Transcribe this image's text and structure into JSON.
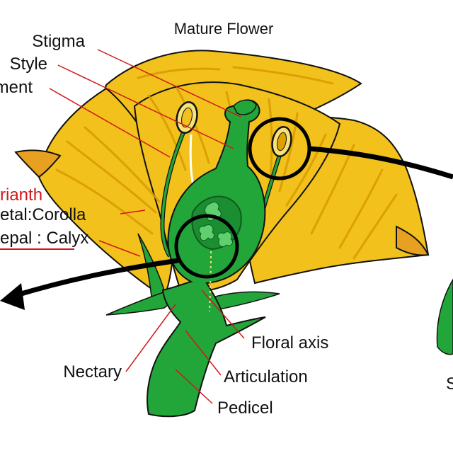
{
  "title": "Mature Flower",
  "labels": {
    "stigma": "Stigma",
    "style": "Style",
    "filament": "ment",
    "perianth": "rianth",
    "petal_corolla": "etal:Corolla",
    "sepal_calyx": "epal : Calyx",
    "floral_axis": "Floral axis",
    "nectary": "Nectary",
    "articulation": "Articulation",
    "pedicel": "Pedicel",
    "edge_s": "S"
  },
  "colors": {
    "petal": "#F2C11C",
    "petal_shadow": "#E0A000",
    "petal_vein": "#D99A00",
    "petal_tip": "#E8A020",
    "green": "#22A63A",
    "green_dark": "#0E5A1E",
    "anther": "#F6E17A",
    "leader": "#D01818",
    "red_text": "#D01818",
    "black": "#000000"
  }
}
